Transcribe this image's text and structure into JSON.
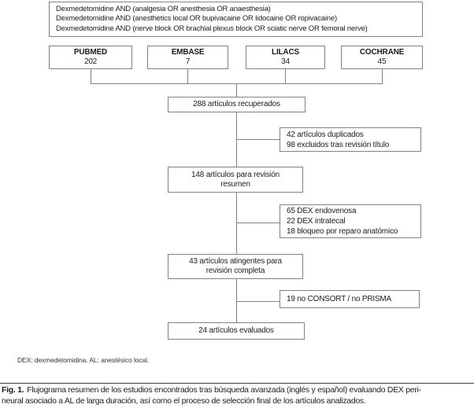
{
  "figure": {
    "search_box": {
      "lines": [
        "Dexmedetomidine AND (analgesia OR anesthesia OR anaesthesia)",
        "Dexmedetomidine AND (anesthetics local OR bupivacaine OR lidocaine OR ropivacaine)",
        "Dexmedetomidine AND (nerve block OR brachial plexus block OR sciatic nerve OR femoral nerve)"
      ]
    },
    "databases": [
      {
        "name": "PUBMED",
        "count": "202"
      },
      {
        "name": "EMBASE",
        "count": "7"
      },
      {
        "name": "LILACS",
        "count": "34"
      },
      {
        "name": "COCHRANE",
        "count": "45"
      }
    ],
    "nodes": {
      "retrieved": {
        "line1": "288 artículos recuperados"
      },
      "abstract_review": {
        "line1": "148 artículos para revisión",
        "line2": "resumen"
      },
      "full_review": {
        "line1": "43 artículos atingentes para",
        "line2": "revisión completa"
      },
      "evaluated": {
        "line1": "24 artículos evaluados"
      }
    },
    "exclusions": {
      "first": {
        "line1": "42 artículos duplicados",
        "line2": "98 excluidos tras revisión título"
      },
      "second": {
        "line1": "65 DEX endovenosa",
        "line2": "22 DEX intratecal",
        "line3": "18 bloqueo por reparo anatómico"
      },
      "third": {
        "line1": "19 no CONSORT / no PRISMA"
      }
    },
    "footnote": "DEX: dexmedetomidina. AL: anestésico local.",
    "caption": {
      "label": "Fig. 1.",
      "line1": "Flujograma resumen de los estudios encontrados tras búsqueda avanzada (inglés y español) evaluando DEX peri-",
      "line2": "neural asociado a AL de larga duración, así como el proceso de selección final de los artículos analizados."
    }
  },
  "colors": {
    "box_border": "#828282",
    "connector": "#828282",
    "text": "#1c1c1c"
  }
}
